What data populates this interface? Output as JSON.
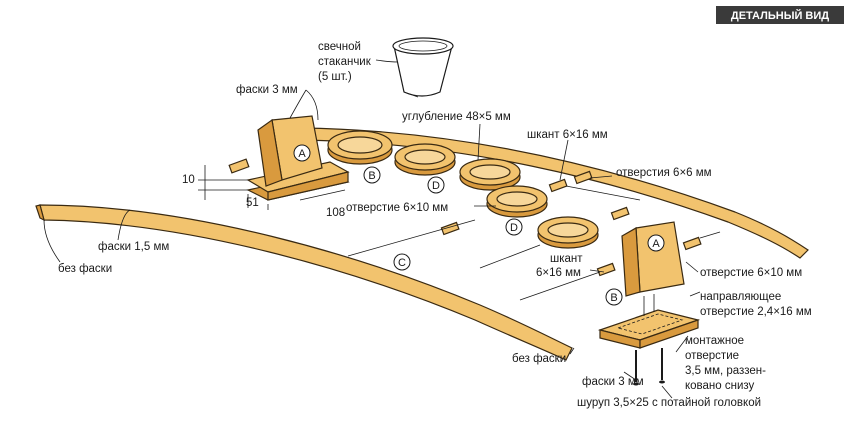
{
  "header": {
    "badge": "ДЕТАЛЬНЫЙ ВИД"
  },
  "parts": {
    "a": "A",
    "b": "B",
    "c": "C",
    "d": "D"
  },
  "labels": {
    "candle_cup": [
      "свечной",
      "стаканчик",
      "(5 шт.)"
    ],
    "chamfer_3mm_top": "фаски 3 мм",
    "recess": "углубление 48×5 мм",
    "dowel_6x16_top": "шкант 6×16 мм",
    "holes_6x6": "отверстия 6×6 мм",
    "dim_10": "10",
    "dim_51": "51",
    "dim_108": "108",
    "holes_6x10": "отверстие 6×10 мм",
    "chamfer_1_5": "фаски 1,5 мм",
    "no_chamfer_left": "без фаски",
    "dowel_6x16_mid": [
      "шкант",
      "6×16 мм"
    ],
    "hole_6x10_right": "отверстие 6×10 мм",
    "guide_hole": [
      "направляющее",
      "отверстие 2,4×16 мм"
    ],
    "mount_hole": [
      "монтажное",
      "отверстие",
      "3,5 мм, раззен-",
      "ковано снизу"
    ],
    "no_chamfer_bottom": "без фаски",
    "chamfer_3mm_bottom": "фаски 3 мм",
    "screw": "шуруп 3,5×25 с потайной головкой"
  }
}
